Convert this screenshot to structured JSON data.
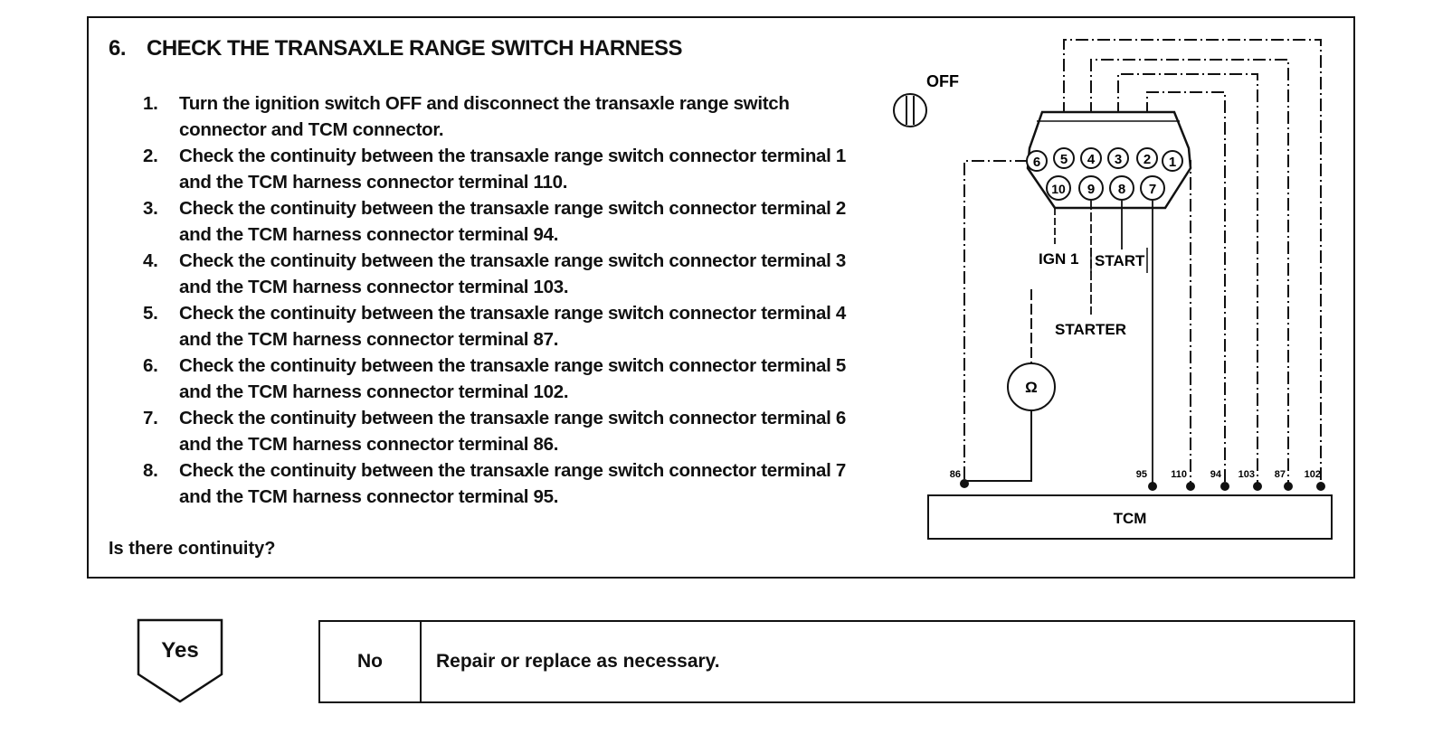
{
  "step": {
    "number": "6.",
    "title": "CHECK THE TRANSAXLE RANGE SWITCH HARNESS",
    "items": [
      {
        "n": "1.",
        "text": "Turn the ignition switch OFF and disconnect the transaxle range switch connector and TCM connector."
      },
      {
        "n": "2.",
        "text": "Check the continuity between the transaxle range switch connector terminal 1 and the TCM harness connector terminal 110."
      },
      {
        "n": "3.",
        "text": "Check the continuity between the transaxle range switch connector terminal 2 and the TCM harness connector terminal 94."
      },
      {
        "n": "4.",
        "text": "Check the continuity between the transaxle range switch connector terminal 3 and the TCM harness connector terminal 103."
      },
      {
        "n": "5.",
        "text": "Check the continuity between the transaxle range switch connector terminal 4 and the TCM harness connector terminal 87."
      },
      {
        "n": "6.",
        "text": "Check the continuity between the transaxle range switch connector terminal 5 and the TCM harness connector terminal 102."
      },
      {
        "n": "7.",
        "text": "Check the continuity between the transaxle range switch connector terminal 6 and the TCM harness connector terminal 86."
      },
      {
        "n": "8.",
        "text": "Check the continuity between the transaxle range switch connector terminal 7 and the TCM harness connector terminal 95."
      }
    ],
    "question": "Is there continuity?"
  },
  "diagram": {
    "ignition_label": "OFF",
    "connector_top_pins": [
      "6",
      "5",
      "4",
      "3",
      "2",
      "1"
    ],
    "connector_bottom_pins": [
      "10",
      "9",
      "8",
      "7"
    ],
    "label_ign": "IGN 1",
    "label_start": "START",
    "label_starter": "STARTER",
    "meter_symbol": "Ω",
    "tcm_label": "TCM",
    "tcm_terminals": [
      "86",
      "95",
      "110",
      "94",
      "103",
      "87",
      "102"
    ]
  },
  "decision": {
    "yes_label": "Yes",
    "no_label": "No",
    "no_action": "Repair or replace as necessary."
  }
}
